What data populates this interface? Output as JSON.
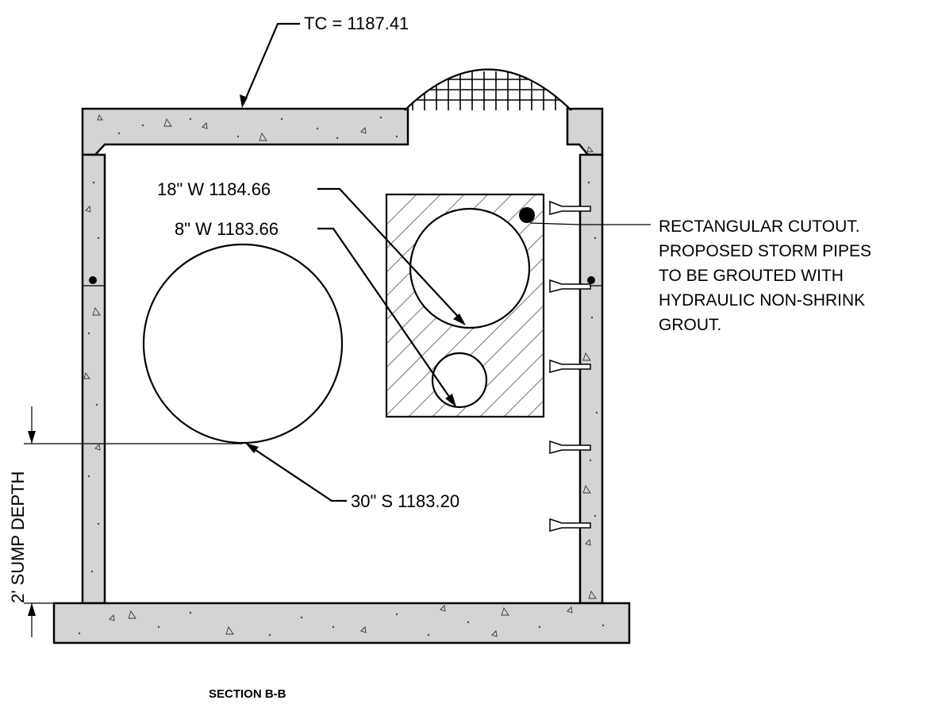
{
  "labels": {
    "top_of_casting": "TC = 1187.41",
    "pipe_18": "18\" W 1184.66",
    "pipe_8": "8\" W 1183.66",
    "pipe_30": "30\" S 1183.20",
    "sump_depth": "2' SUMP DEPTH",
    "section_title": "SECTION B-B"
  },
  "note": {
    "lines": [
      "RECTANGULAR CUTOUT.",
      "PROPOSED STORM PIPES",
      "TO BE GROUTED WITH",
      "HYDRAULIC NON-SHRINK",
      "GROUT."
    ]
  },
  "colors": {
    "concrete": "#d4d4d4",
    "linework": "#000000",
    "background": "#ffffff"
  }
}
